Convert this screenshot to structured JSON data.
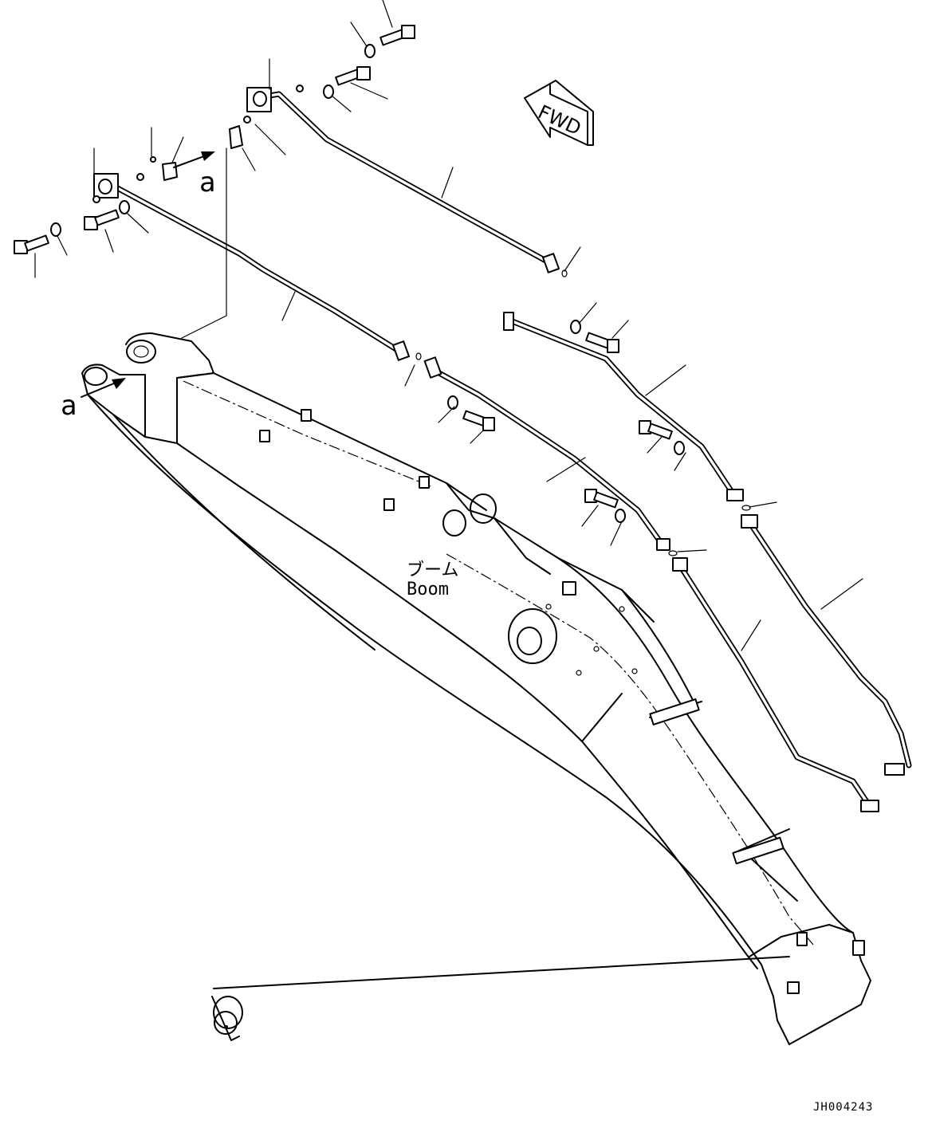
{
  "fwd_label": "FWD",
  "view_marker_top": "a",
  "view_marker_left": "a",
  "boom_label_jp": "ブーム",
  "boom_label_en": "Boom",
  "drawing_code": "JH004243"
}
